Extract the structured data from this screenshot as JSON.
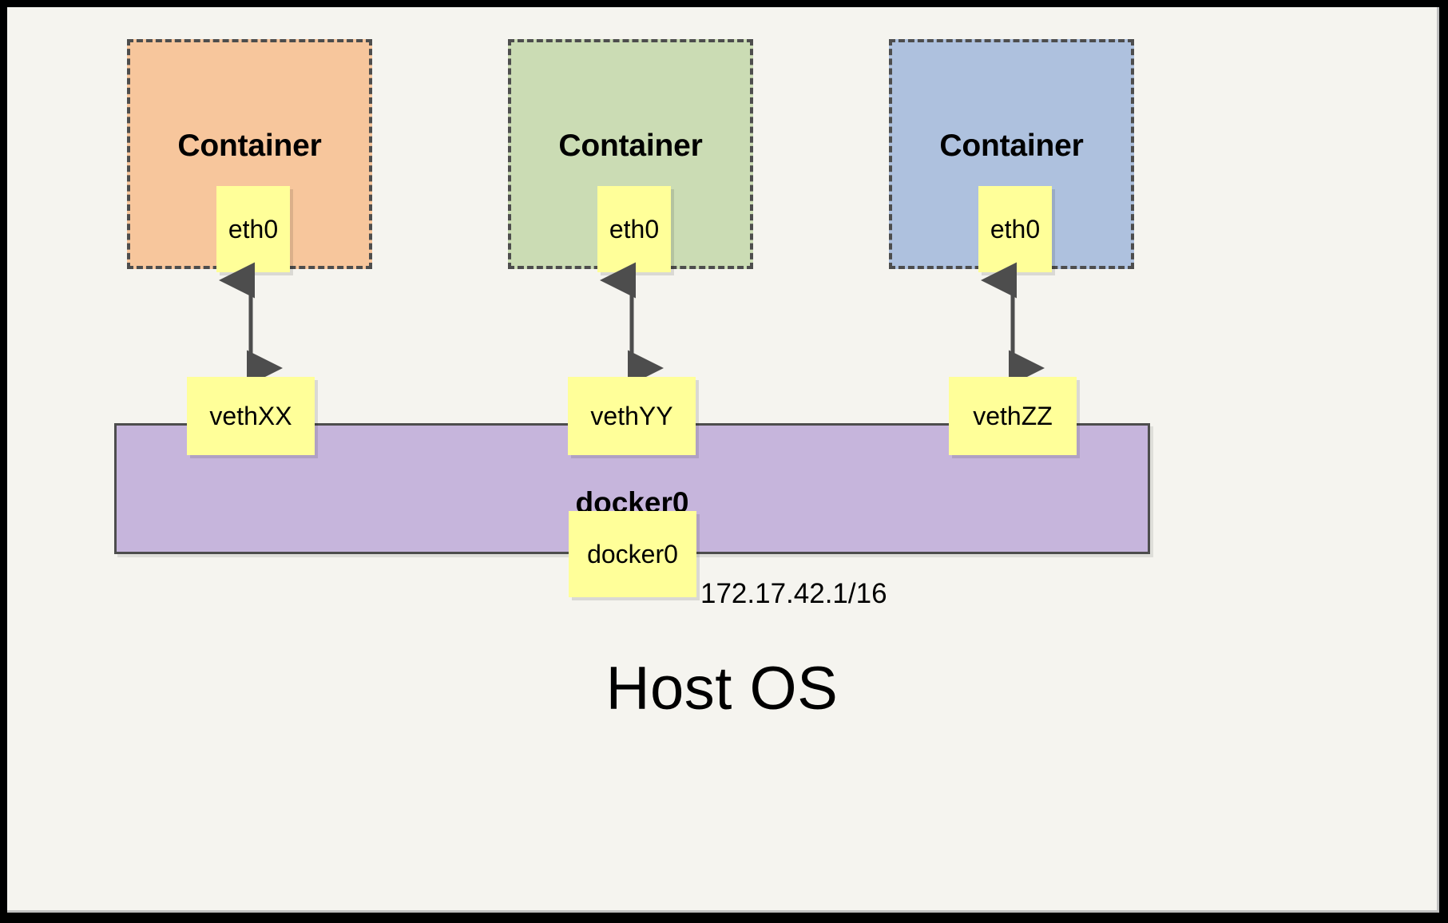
{
  "diagram": {
    "title_text": "Host OS",
    "bridge": {
      "name": "docker0",
      "interface_label": "docker0",
      "ip_address": "172.17.42.1/16",
      "fill_color": "#c6b5dc",
      "border_color": "#4d4d4d"
    },
    "canvas": {
      "background_color": "#f5f4ef",
      "frame_color": "#000000"
    },
    "node_box_color": "#ffff99",
    "arrow_color": "#4d4d4d",
    "containers": [
      {
        "label": "Container",
        "interface": "eth0",
        "veth": "vethXX",
        "fill_color": "#f7c69c",
        "border_style": "dashed"
      },
      {
        "label": "Container",
        "interface": "eth0",
        "veth": "vethYY",
        "fill_color": "#cbdcb4",
        "border_style": "dashed"
      },
      {
        "label": "Container",
        "interface": "eth0",
        "veth": "vethZZ",
        "fill_color": "#aec1de",
        "border_style": "dashed"
      }
    ]
  }
}
